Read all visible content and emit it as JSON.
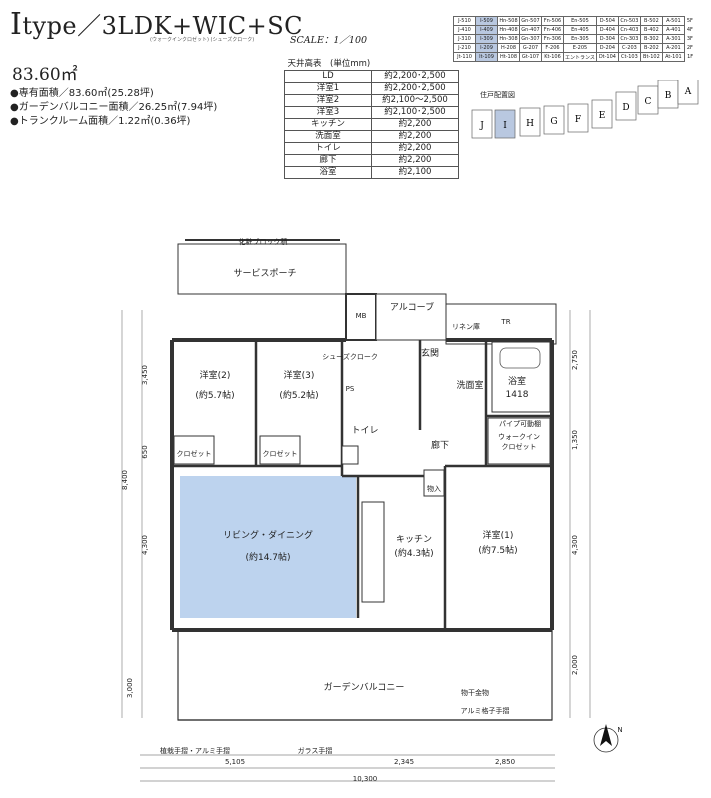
{
  "header": {
    "type_letter": "I",
    "type_rest": "type／3LDK+WIC+SC",
    "sub_note": "(ウォークインクロゼット) (シューズクローク)",
    "scale": "SCALE：1／100",
    "area": "83.60㎡",
    "specs": [
      "●専有面積／83.60㎡(25.28坪)",
      "●ガーデンバルコニー面積／26.25㎡(7.94坪)",
      "●トランクルーム面積／1.22㎡(0.36坪)"
    ]
  },
  "ceiling": {
    "title": "天井高表　(単位mm)",
    "rows": [
      {
        "room": "LD",
        "value": "約2,200･2,500"
      },
      {
        "room": "洋室1",
        "value": "約2,200･2,500"
      },
      {
        "room": "洋室2",
        "value": "約2,100～2,500"
      },
      {
        "room": "洋室3",
        "value": "約2,100･2,500"
      },
      {
        "room": "キッチン",
        "value": "約2,200"
      },
      {
        "room": "洗面室",
        "value": "約2,200"
      },
      {
        "room": "トイレ",
        "value": "約2,200"
      },
      {
        "room": "廊下",
        "value": "約2,200"
      },
      {
        "room": "浴室",
        "value": "約2,100"
      }
    ]
  },
  "units_table": {
    "rows": [
      {
        "floor": "5F",
        "cells": [
          "J-510",
          "I-509",
          "Hn-508",
          "Gn-507",
          "Fn-506",
          "En-505",
          "D-504",
          "Cn-503",
          "B-502",
          "A-501"
        ]
      },
      {
        "floor": "4F",
        "cells": [
          "J-410",
          "I-409",
          "Hn-408",
          "Gn-407",
          "Fn-406",
          "En-405",
          "D-404",
          "Cn-403",
          "B-402",
          "A-401"
        ]
      },
      {
        "floor": "3F",
        "cells": [
          "J-310",
          "I-309",
          "Hn-308",
          "Gn-307",
          "Fn-306",
          "En-305",
          "D-304",
          "Cn-303",
          "B-302",
          "A-301"
        ]
      },
      {
        "floor": "2F",
        "cells": [
          "J-210",
          "I-209",
          "H-208",
          "G-207",
          "F-206",
          "E-205",
          "D-204",
          "C-203",
          "B-202",
          "A-201"
        ]
      },
      {
        "floor": "1F",
        "cells": [
          "Jt-110",
          "It-109",
          "Ht-108",
          "Gt-107",
          "Kt-106",
          "エントランス",
          "Dt-104",
          "Ct-103",
          "Bt-102",
          "At-101"
        ]
      }
    ]
  },
  "keymap": {
    "title": "住戸配置図",
    "letters": [
      "J",
      "I",
      "H",
      "G",
      "F",
      "E",
      "D",
      "C",
      "B",
      "A"
    ]
  },
  "plan": {
    "rooms": {
      "service_porch": "サービスポーチ",
      "fence_note": "化粧ブロック積",
      "mb": "MB",
      "alcove": "アルコーブ",
      "linen": "リネン庫",
      "tr": "TR",
      "bedroom2": "洋室(2)",
      "bedroom2_size": "(約5.7帖)",
      "bedroom3": "洋室(3)",
      "bedroom3_size": "(約5.2帖)",
      "entrance": "玄関",
      "washroom": "洗面室",
      "bath": "浴室",
      "bath_size": "1418",
      "toilet": "トイレ",
      "hall": "廊下",
      "wic": "ウォークイン\nクロゼット",
      "closet1": "クロゼット",
      "closet2": "クロゼット",
      "storage": "物入",
      "ps": "PS",
      "living": "リビング・ダイニング",
      "living_size": "(約14.7帖)",
      "kitchen": "キッチン",
      "kitchen_size": "(約4.3帖)",
      "bedroom1": "洋室(1)",
      "bedroom1_size": "(約7.5帖)",
      "garden": "ガーデンバルコニー",
      "shoes": "シューズクローク",
      "pipe": "パイプ可動棚",
      "fence": "物干金物",
      "rail": "アルミ格子手摺",
      "glass": "ガラス手摺",
      "bottom_note": "植栽手摺・アルミ手摺"
    },
    "dims_bottom": [
      "5,105",
      "2,345",
      "2,850"
    ],
    "dim_total": "10,300",
    "dims_left": [
      "3,450",
      "650",
      "4,300",
      "3,000"
    ],
    "dim_left_total": "8,400",
    "dims_right": [
      "2,750",
      "1,350",
      "4,300",
      "2,000"
    ],
    "north": "N"
  },
  "colors": {
    "living_fill": "#bdd3ee",
    "highlight_unit": "#b9c8e0",
    "wall": "#333333"
  }
}
